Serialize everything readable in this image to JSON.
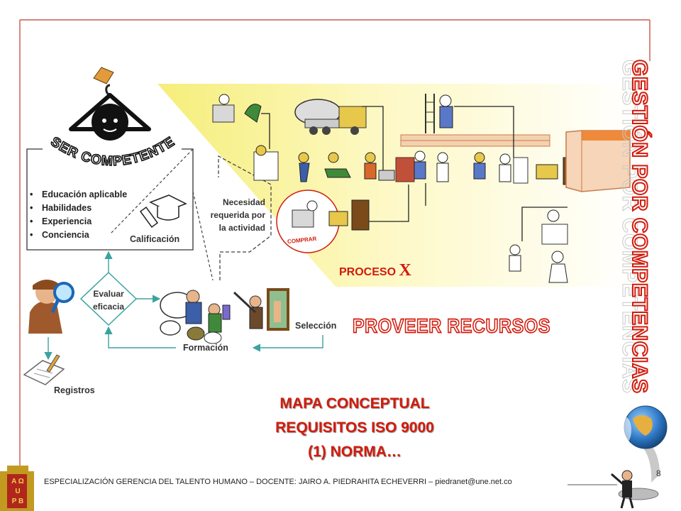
{
  "title_vertical": "GESTIÓN POR COMPETENCIAS",
  "ser_competente": "SER COMPETENTE",
  "requirements": [
    "Educación aplicable",
    "Habilidades",
    "Experiencia",
    "Conciencia"
  ],
  "labels": {
    "calificacion": "Calificación",
    "necesidad": [
      "Necesidad",
      "requerida por",
      "la actividad"
    ],
    "evaluar": [
      "Evaluar",
      "eficacia"
    ],
    "seleccion": "Selección",
    "formacion": "Formación",
    "registros": "Registros",
    "proceso": "PROCESO",
    "proceso_x": "X",
    "comprar": "COMPRAR"
  },
  "proveer": "PROVEER RECURSOS",
  "title_lines": [
    "MAPA CONCEPTUAL",
    "REQUISITOS ISO 9000",
    "(1) NORMA…"
  ],
  "footer": "ESPECIALIZACIÓN GERENCIA DEL TALENTO HUMANO – DOCENTE: JAIRO A. PIEDRAHITA ECHEVERRI – piedranet@une.net.co",
  "page_number": "8",
  "logo_letters": [
    "A",
    "Ω",
    "U",
    "P",
    "B"
  ],
  "colors": {
    "accent": "#d21b0c",
    "process_fill": "#fff9c4",
    "flow": "#3aa3a0"
  }
}
